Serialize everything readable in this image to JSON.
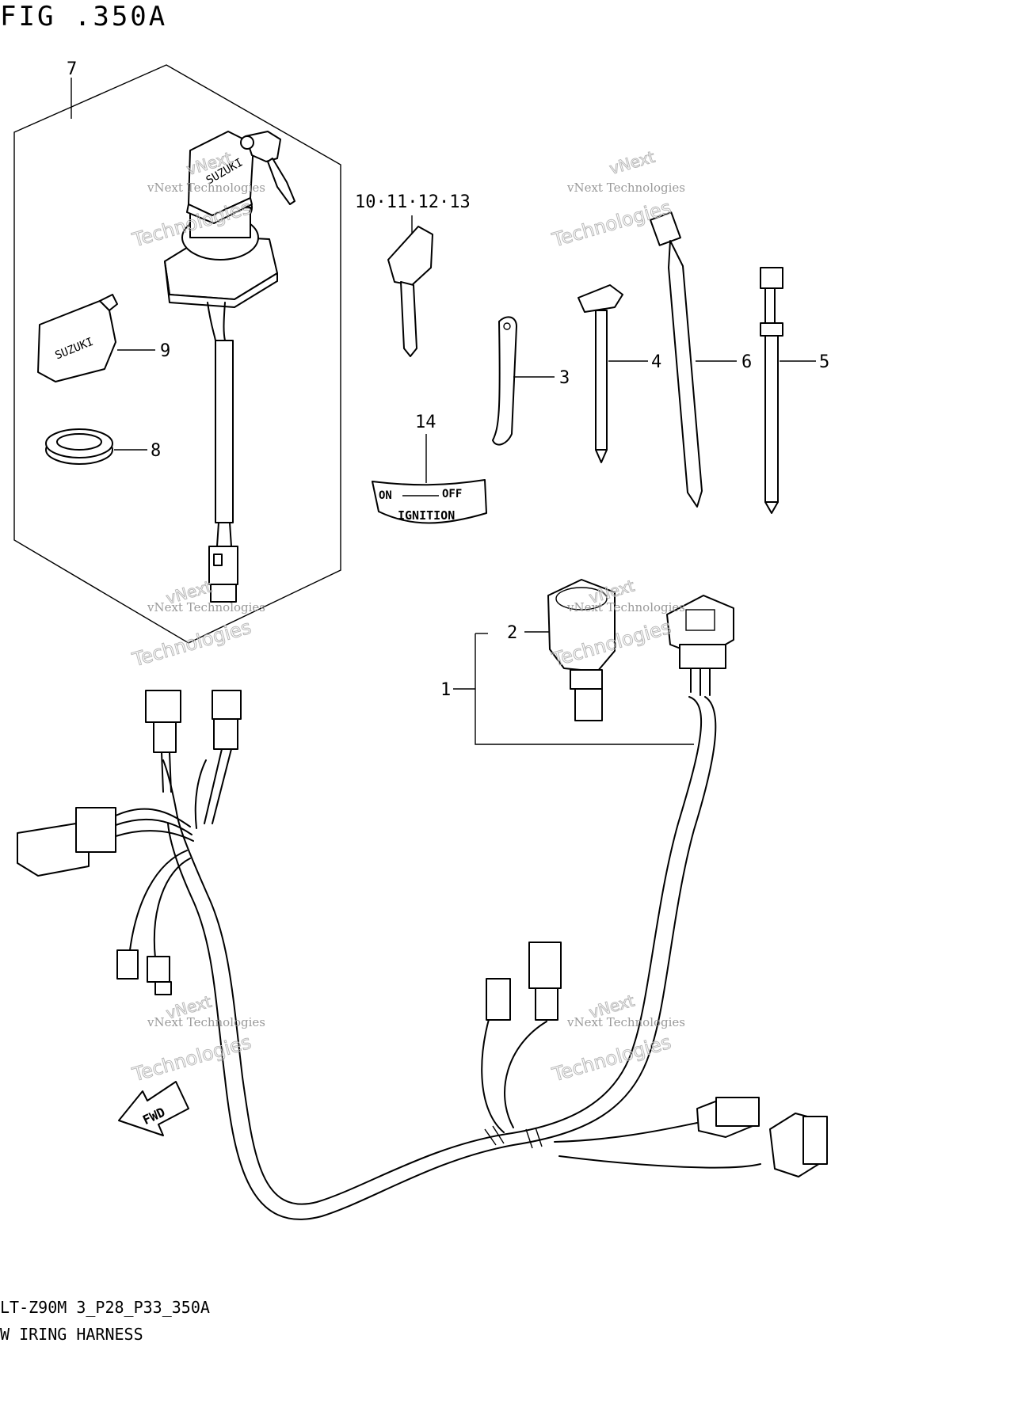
{
  "figure_title": "FIG .350A",
  "footer": {
    "code": "LT-Z90M 3_P28_P33_350A",
    "name": "W IRING HARNESS"
  },
  "callouts": {
    "c7": "7",
    "c9": "9",
    "c8": "8",
    "c10": "10·11·12·13",
    "c3": "3",
    "c4": "4",
    "c6": "6",
    "c5": "5",
    "c14": "14",
    "c2": "2",
    "c1": "1"
  },
  "decal": {
    "on": "ON",
    "off": "OFF",
    "ignition": "IGNITION"
  },
  "brand": {
    "cap": "SUZUKI",
    "switch": "SUZUKI"
  },
  "fwd_arrow": "FWD",
  "watermark": {
    "line1": "vNext Technologies",
    "big_top": "vNext",
    "big_bottom": "Technologies"
  }
}
